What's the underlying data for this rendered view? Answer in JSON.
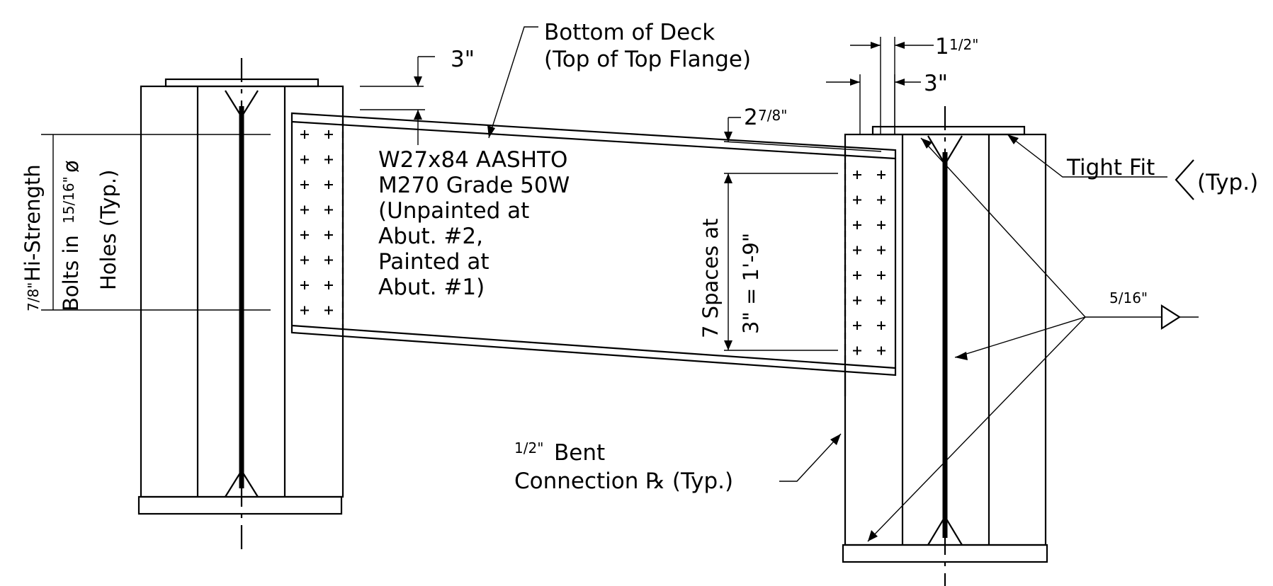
{
  "labels": {
    "deck_line1": "Bottom of Deck",
    "deck_line2": "(Top of Top Flange)",
    "dim_3_top": "3\"",
    "dim_1_half_whole": "1",
    "dim_1_half_frac": "1/2\"",
    "dim_3_right": "3\"",
    "dim_2_7_8_whole": "2",
    "dim_2_7_8_frac": "7/8\"",
    "beam_line1": "W27x84 AASHTO",
    "beam_line2": "M270 Grade 50W",
    "beam_line3": "(Unpainted at",
    "beam_line4": "Abut. #2,",
    "beam_line5": "Painted at",
    "beam_line6": "Abut. #1)",
    "bolts_frac1": "7/8\"",
    "bolts_line1": "Hi-Strength",
    "bolts_line2a": "Bolts in",
    "bolts_frac2": "15/16\"",
    "bolts_dia": "ø",
    "bolts_line3": "Holes (Typ.)",
    "spaces_line1": "7 Spaces at",
    "spaces_line2": "3\" = 1'-9\"",
    "tight_fit": "Tight Fit",
    "typ_right": "(Typ.)",
    "weld_size": "5/16\"",
    "plate_frac": "1/2\"",
    "plate_line1": "Bent",
    "plate_line2": "Connection ℞ (Typ.)"
  },
  "bolt_rows": 8,
  "bolt_cols": 2
}
